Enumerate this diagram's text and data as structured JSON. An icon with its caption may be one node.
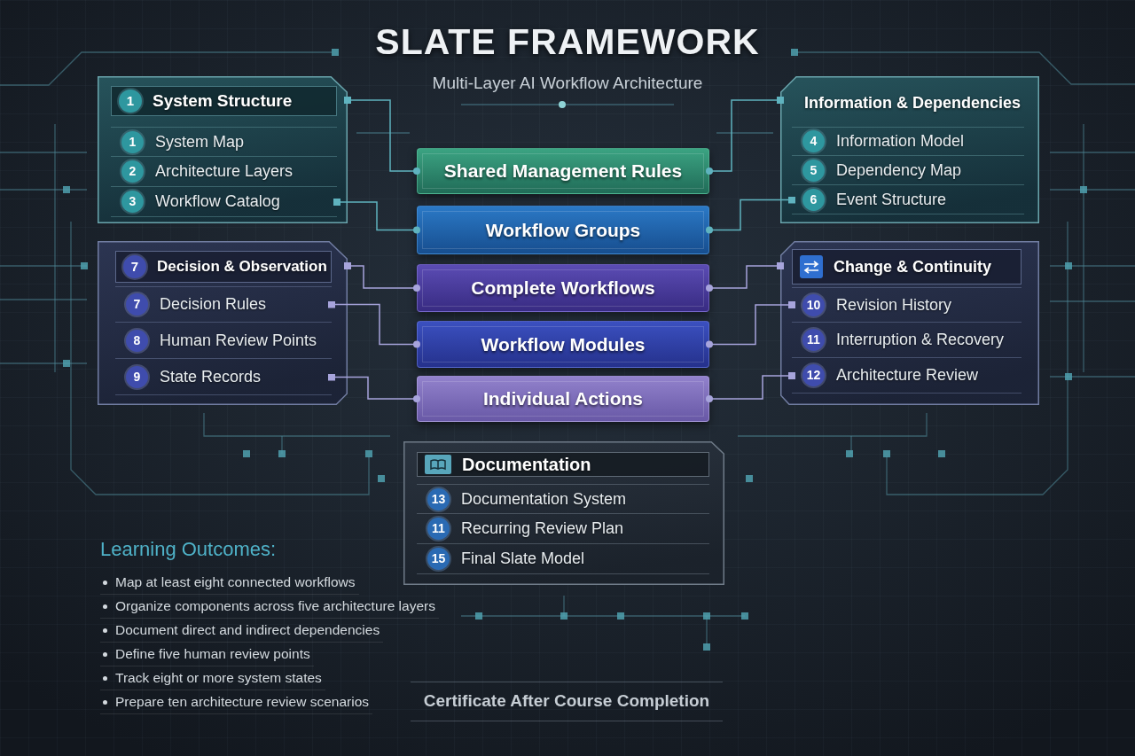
{
  "diagram": {
    "title": "SLATE FRAMEWORK",
    "nodes": [
      {
        "text": [
          "1",
          "System Structure"
        ]
      },
      {
        "text": [
          "1",
          "System Map"
        ],
        "in": 0
      },
      {
        "text": [
          "2",
          "Architecture Layers"
        ],
        "in": 0
      },
      {
        "text": [
          "3",
          "Workflow Catalog"
        ],
        "in": 0
      },
      {
        "text": [
          "Information & Dependencies"
        ]
      },
      {
        "text": [
          "4",
          "Information Model"
        ],
        "in": 4
      },
      {
        "text": [
          "5",
          "Dependency Map"
        ],
        "in": 4
      },
      {
        "text": [
          "6",
          "Event Structure"
        ],
        "in": 4
      },
      {
        "text": [
          "Shared Management Rules"
        ]
      },
      {
        "text": [
          "Workflow Groups"
        ]
      },
      {
        "text": [
          "Complete Workflows"
        ]
      },
      {
        "text": [
          "Workflow Modules"
        ]
      },
      {
        "text": [
          "Individual Actions"
        ]
      },
      {
        "text": [
          "7",
          "Decision & Observation"
        ]
      },
      {
        "text": [
          "7",
          "Decision Rules"
        ],
        "in": 13
      },
      {
        "text": [
          "8",
          "Human Review Points"
        ],
        "in": 13
      },
      {
        "text": [
          "9",
          "State Records"
        ],
        "in": 13
      },
      {
        "text": [
          "Change & Continuity"
        ]
      },
      {
        "text": [
          "10",
          "Revision History"
        ],
        "in": 17
      },
      {
        "text": [
          "11",
          "Interruption & Recovery"
        ],
        "in": 17
      },
      {
        "text": [
          "12",
          "Architecture Review"
        ],
        "in": 17
      },
      {
        "text": [
          "Documentation"
        ]
      },
      {
        "text": [
          "13",
          "Documentation System"
        ],
        "in": 21
      },
      {
        "text": [
          "11",
          "Recurring Review Plan"
        ],
        "in": 21
      },
      {
        "text": [
          "15",
          "Final Slate Model"
        ],
        "in": 21
      }
    ],
    "edges": [
      {
        "from": 0,
        "to": 8,
        "arrow": "other",
        "color": "#5fb3bf"
      },
      {
        "from": 3,
        "to": 9,
        "arrow": "other",
        "color": "#5fb3bf"
      },
      {
        "from": 13,
        "to": 10,
        "arrow": "other"
      },
      {
        "from": 14,
        "to": 11,
        "arrow": "other"
      },
      {
        "from": 16,
        "to": 12,
        "arrow": "other"
      },
      {
        "from": 4,
        "to": 8,
        "arrow": "other",
        "color": "#5fb3bf"
      },
      {
        "from": 7,
        "to": 9,
        "arrow": "other",
        "color": "#5fb3bf"
      },
      {
        "from": 17,
        "to": 10,
        "arrow": "other"
      },
      {
        "from": 18,
        "to": 11,
        "arrow": "other"
      },
      {
        "from": 20,
        "to": 12,
        "arrow": "other"
      }
    ],
    "labels": [
      "Multi-Layer AI Workflow Architecture",
      "Learning Outcomes:",
      "Map at least eight connected workflows",
      "Organize components across five architecture layers",
      "Document direct and indirect dependencies",
      "Define five human review points",
      "Track eight or more system states",
      "Prepare ten architecture review scenarios",
      "Certificate After Course Completion"
    ]
  }
}
